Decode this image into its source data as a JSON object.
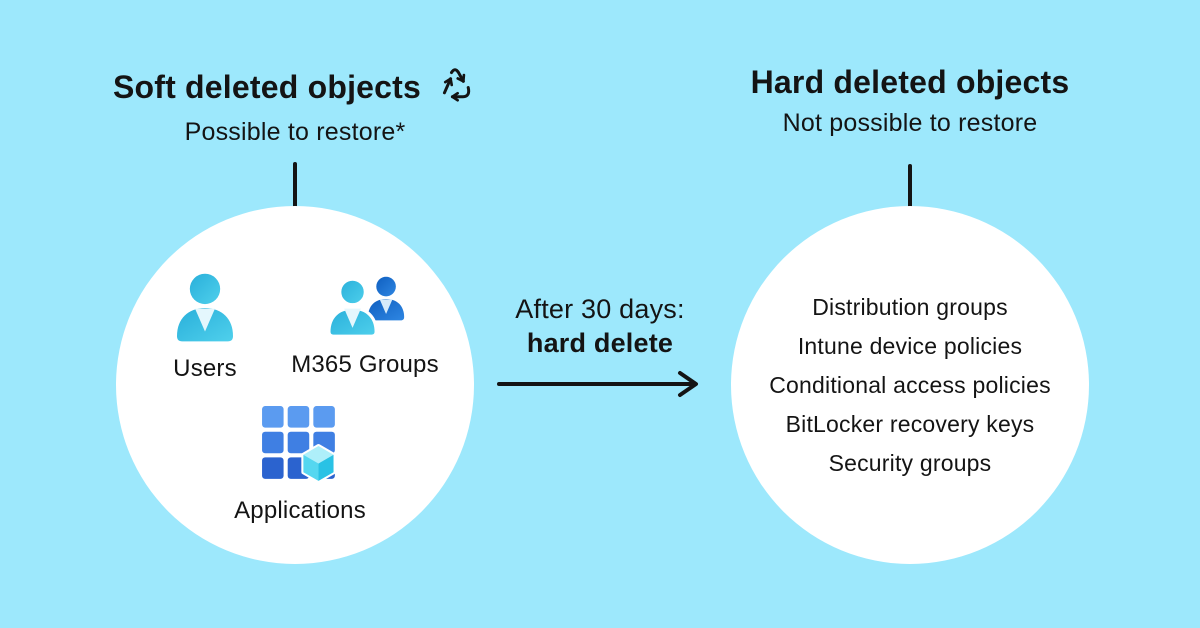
{
  "left": {
    "title": "Soft deleted objects",
    "subtitle": "Possible to restore*",
    "items": [
      {
        "label": "Users",
        "icon": "user-icon"
      },
      {
        "label": "M365 Groups",
        "icon": "m365-groups-icon"
      },
      {
        "label": "Applications",
        "icon": "applications-grid-icon"
      }
    ]
  },
  "middle": {
    "line1": "After 30 days:",
    "line2": "hard delete"
  },
  "right": {
    "title": "Hard deleted objects",
    "subtitle": "Not possible to restore",
    "items": [
      "Distribution groups",
      "Intune device policies",
      "Conditional access policies",
      "BitLocker recovery keys",
      "Security groups"
    ]
  },
  "colors": {
    "background": "#9DE8FC",
    "circle": "#FFFFFF",
    "ink": "#141414",
    "person_cyan_start": "#29AFDA",
    "person_cyan_end": "#4FD0EC",
    "person_collar": "#E4F7FD",
    "small_person_blue_start": "#0F5FC0",
    "small_person_blue_end": "#2E86E2",
    "grid_row1": "#5B9BF0",
    "grid_row2": "#3F7FE3",
    "grid_row3": "#2B63CF",
    "cube_top": "#AEEFFA",
    "cube_left": "#55D7F0",
    "cube_right": "#29C2E5"
  }
}
